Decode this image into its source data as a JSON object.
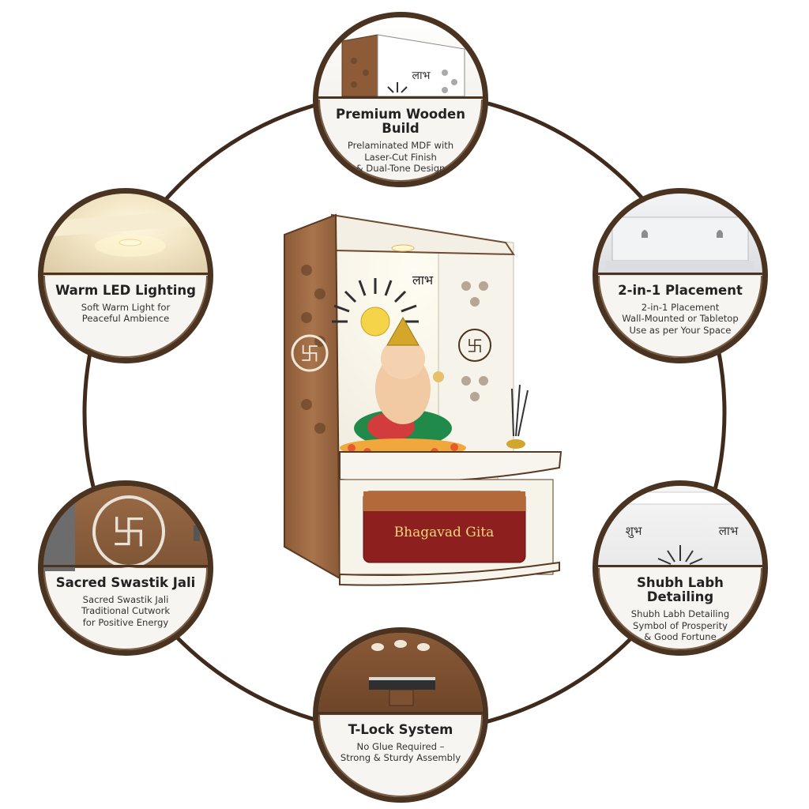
{
  "product": {
    "shrine_label": "लाभ",
    "book_label": "Bhagavad Gita"
  },
  "features": [
    {
      "title": "Premium Wooden Build",
      "desc1": "Prelaminated MDF with",
      "desc2": "Laser-Cut Finish",
      "desc3": "& Dual-Tone Design",
      "photo_label": "लाभ"
    },
    {
      "title": "Warm LED Lighting",
      "desc1": "Soft Warm Light for",
      "desc2": "Peaceful Ambience",
      "desc3": ""
    },
    {
      "title": "2-in-1 Placement",
      "desc1": "2-in-1 Placement",
      "desc2": "Wall-Mounted or Tabletop",
      "desc3": "Use as per Your Space"
    },
    {
      "title": "Sacred Swastik Jali",
      "desc1": "Sacred Swastik Jali",
      "desc2": "Traditional Cutwork",
      "desc3": "for Positive Energy"
    },
    {
      "title": "Shubh Labh Detailing",
      "desc1": "Shubh Labh Detailing",
      "desc2": "Symbol of Prosperity",
      "desc3": "& Good Fortune",
      "photo_label_left": "शुभ",
      "photo_label_right": "लाभ"
    },
    {
      "title": "T-Lock System",
      "desc1": "No Glue Required –",
      "desc2": "Strong & Sturdy Assembly",
      "desc3": ""
    }
  ],
  "colors": {
    "ring": "#4a3321",
    "wood": "#9c6b45",
    "panel": "#f8f5ee",
    "text": "#222222"
  }
}
